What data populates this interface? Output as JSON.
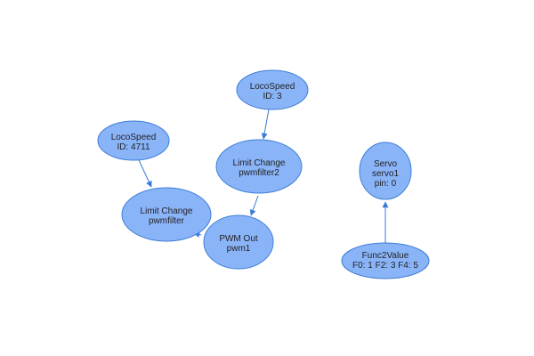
{
  "colors": {
    "node_fill": "#8ab4f8",
    "node_stroke": "#3f7fd6",
    "edge": "#3a7ad8",
    "text": "#222222",
    "background": "#ffffff"
  },
  "nodes": {
    "locospeed_4711": {
      "line1": "LocoSpeed",
      "line2": "ID: 4711"
    },
    "locospeed_3": {
      "line1": "LocoSpeed",
      "line2": "ID: 3"
    },
    "limit_change_pwmfilter": {
      "line1": "Limit Change",
      "line2": "pwmfilter"
    },
    "limit_change_pwmfilter2": {
      "line1": "Limit Change",
      "line2": "pwmfilter2"
    },
    "pwm_out": {
      "line1": "PWM Out",
      "line2": "pwm1"
    },
    "servo": {
      "line1": "Servo",
      "line2": "servo1",
      "line3": "pin: 0"
    },
    "func2value": {
      "line1": "Func2Value",
      "line2": "F0: 1 F2: 3 F4: 5"
    }
  }
}
